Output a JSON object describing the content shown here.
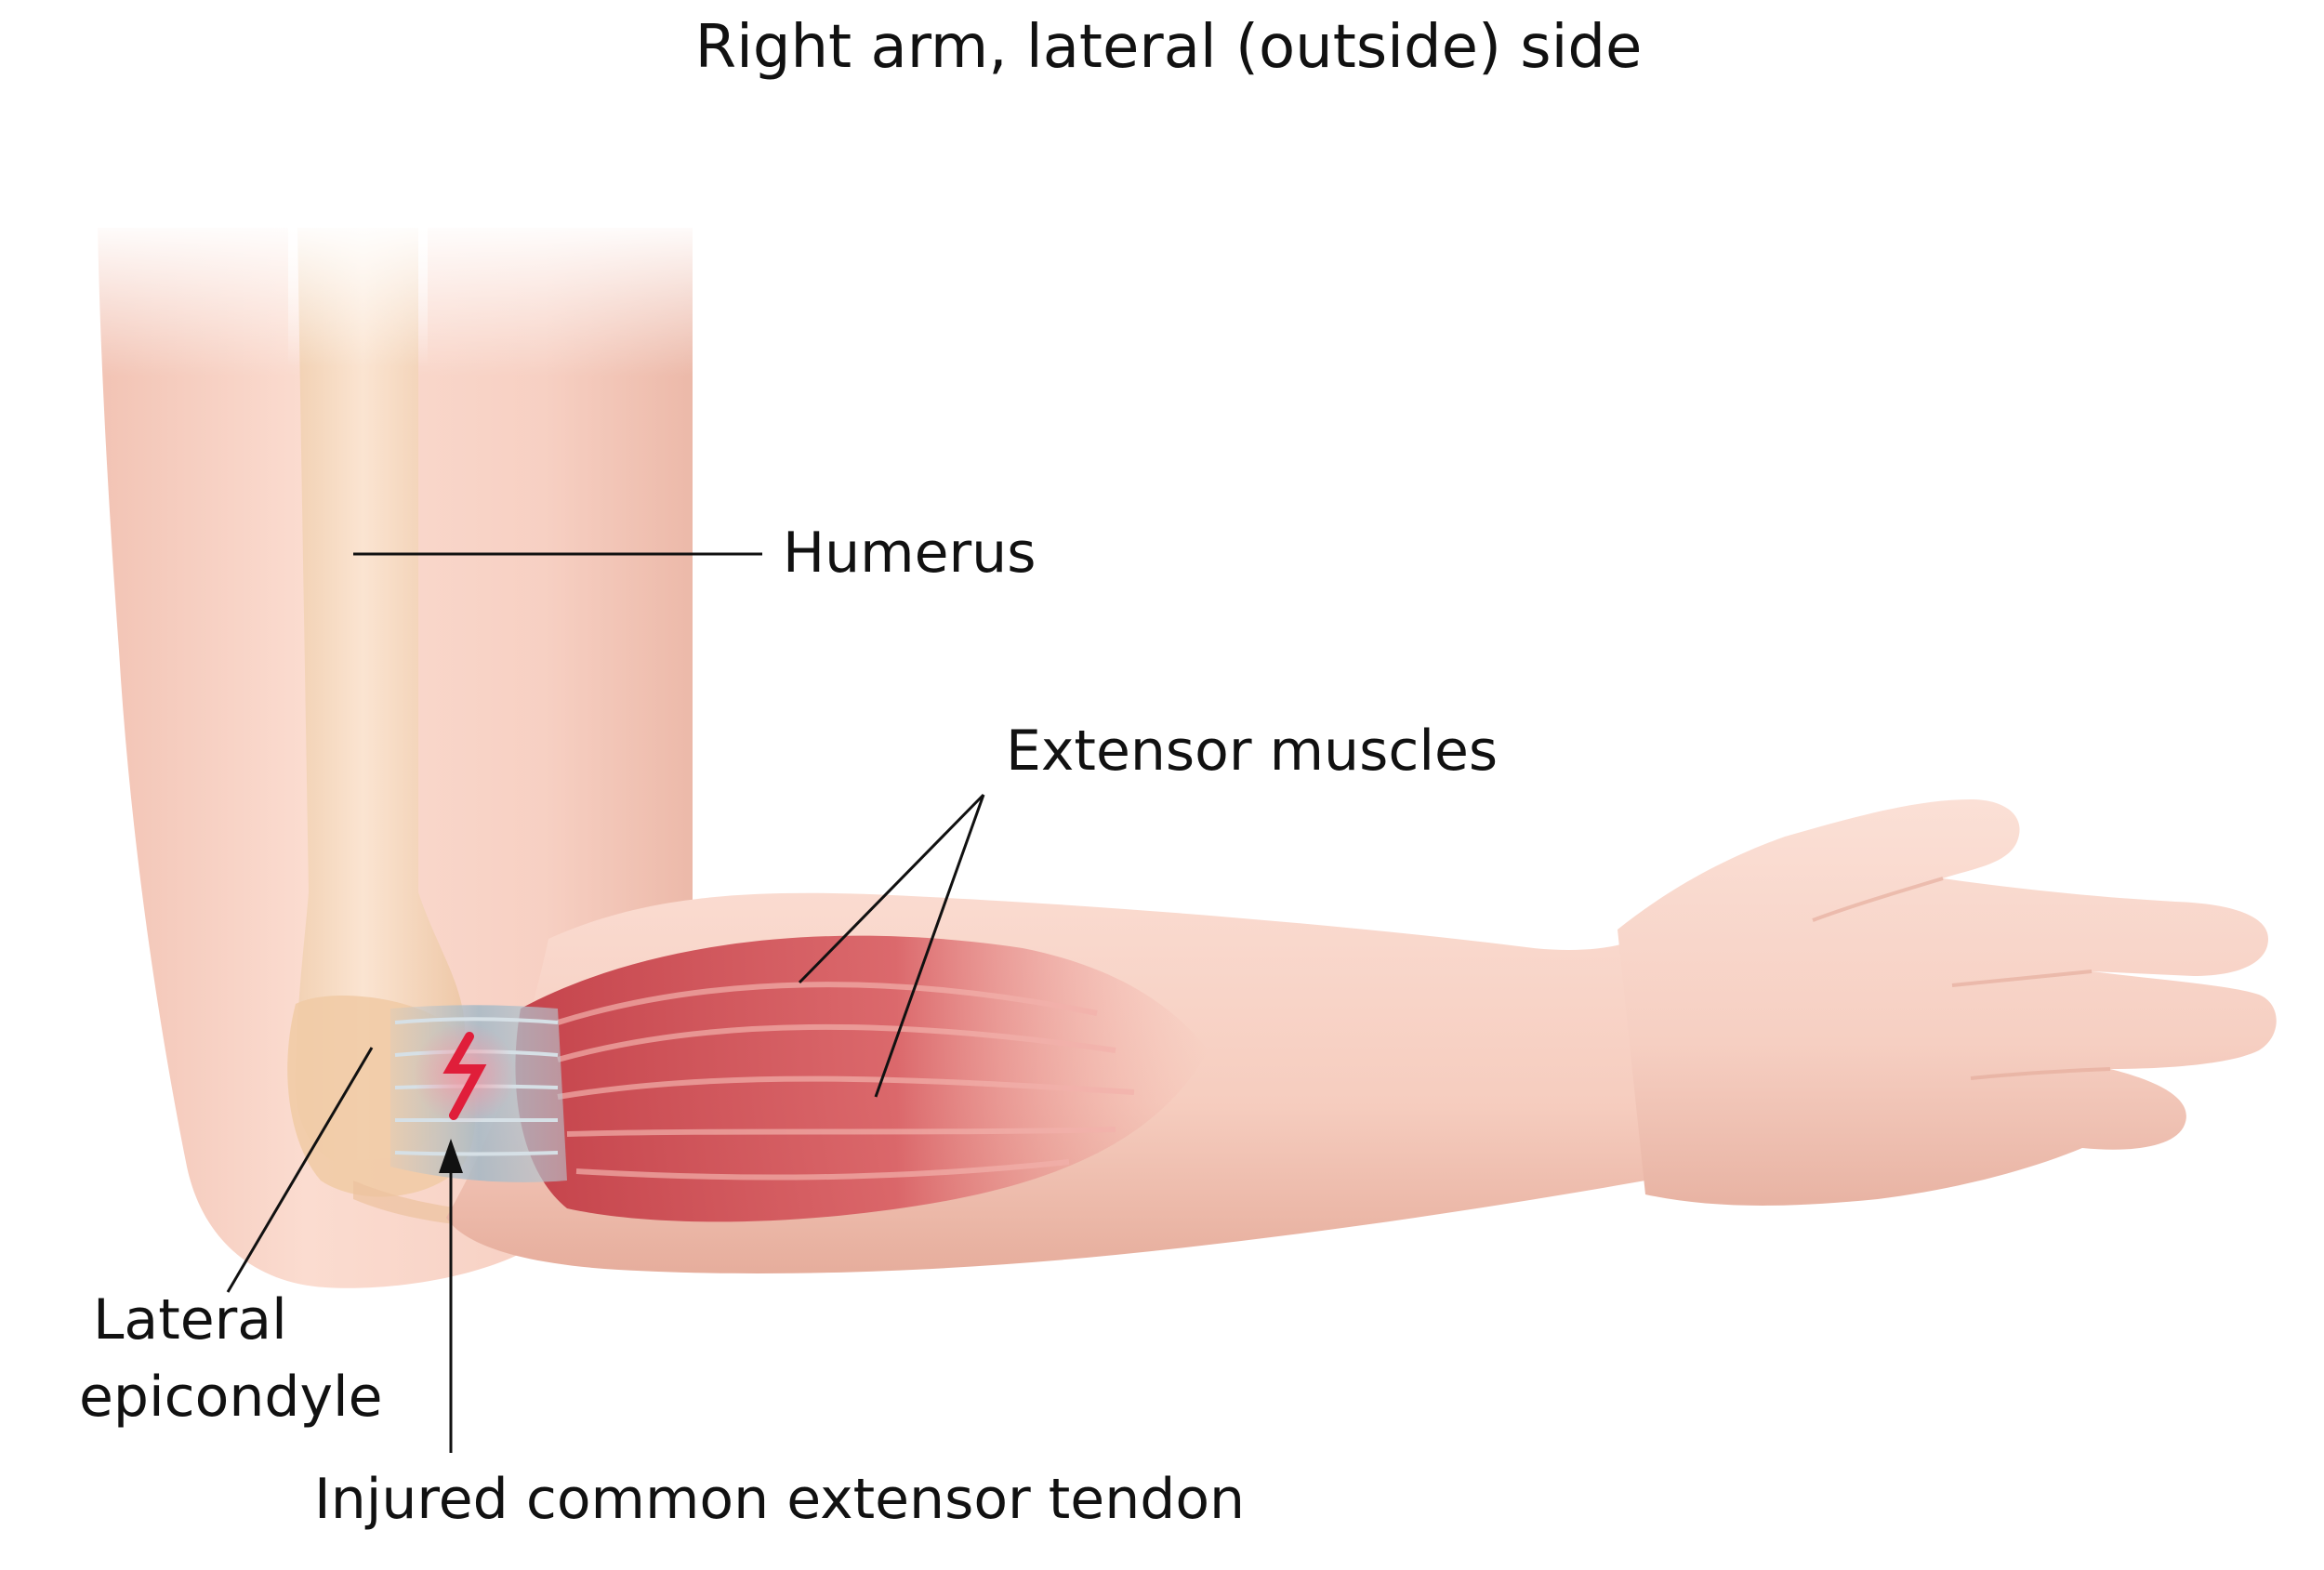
{
  "title": "Right arm, lateral (outside) side",
  "labels": {
    "humerus": "Humerus",
    "extensor_muscles": "Extensor muscles",
    "lateral_epicondyle_line1": "Lateral",
    "lateral_epicondyle_line2": "epicondyle",
    "injured_tendon": "Injured common extensor tendon"
  },
  "colors": {
    "skin": "#f8d2c6",
    "skin_shadow": "#e9b2a2",
    "bone": "#f3d4b4",
    "muscle": "#c9454d",
    "muscle_light": "#e98f8f",
    "tendon": "#a9b9c4",
    "injury_mark": "#e01e3a",
    "leader_line": "#111111"
  }
}
